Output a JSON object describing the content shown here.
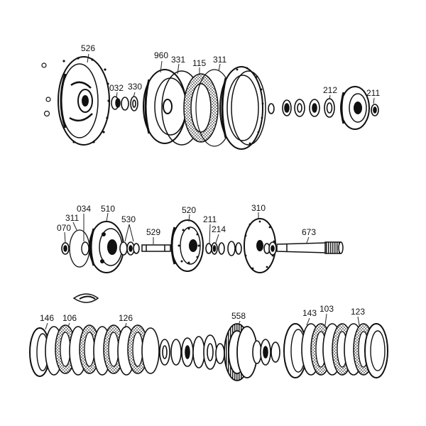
{
  "diagram": {
    "rows": [
      {
        "id": "top",
        "callouts": [
          "526",
          "032",
          "330",
          "960",
          "331",
          "115",
          "311",
          "212",
          "211"
        ]
      },
      {
        "id": "middle",
        "callouts": [
          "034",
          "311",
          "070",
          "510",
          "530",
          "529",
          "520",
          "211",
          "214",
          "310",
          "673"
        ]
      },
      {
        "id": "bottom",
        "callouts": [
          "146",
          "106",
          "126",
          "558",
          "143",
          "103",
          "123"
        ]
      }
    ]
  },
  "colors": {
    "ink": "#111111",
    "background": "#ffffff",
    "friction": "#333333"
  }
}
